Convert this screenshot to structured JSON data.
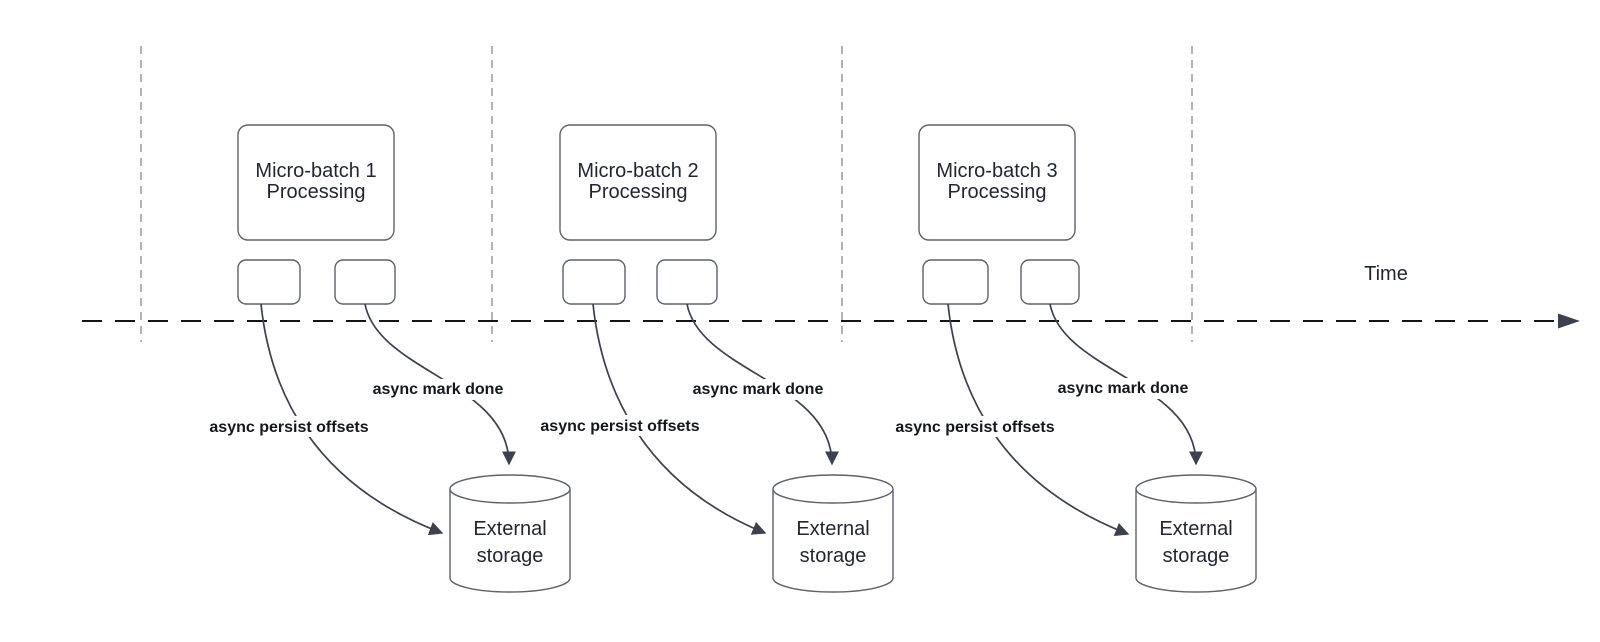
{
  "axis": {
    "label": "Time"
  },
  "batches": [
    {
      "box_line1": "Micro-batch 1",
      "box_line2": "Processing",
      "persist_label": "async persist offsets",
      "done_label": "async mark done",
      "storage_line1": "External",
      "storage_line2": "storage"
    },
    {
      "box_line1": "Micro-batch 2",
      "box_line2": "Processing",
      "persist_label": "async persist offsets",
      "done_label": "async mark done",
      "storage_line1": "External",
      "storage_line2": "storage"
    },
    {
      "box_line1": "Micro-batch 3",
      "box_line2": "Processing",
      "persist_label": "async persist offsets",
      "done_label": "async mark done",
      "storage_line1": "External",
      "storage_line2": "storage"
    }
  ],
  "colors": {
    "background": "#ffffff",
    "shape_stroke": "#5c616b",
    "arrow": "#3b414e",
    "axis_line": "#141414",
    "guide_line": "#9a9a9a",
    "box_text": "#1f2532",
    "edge_label_text": "#13181f"
  }
}
